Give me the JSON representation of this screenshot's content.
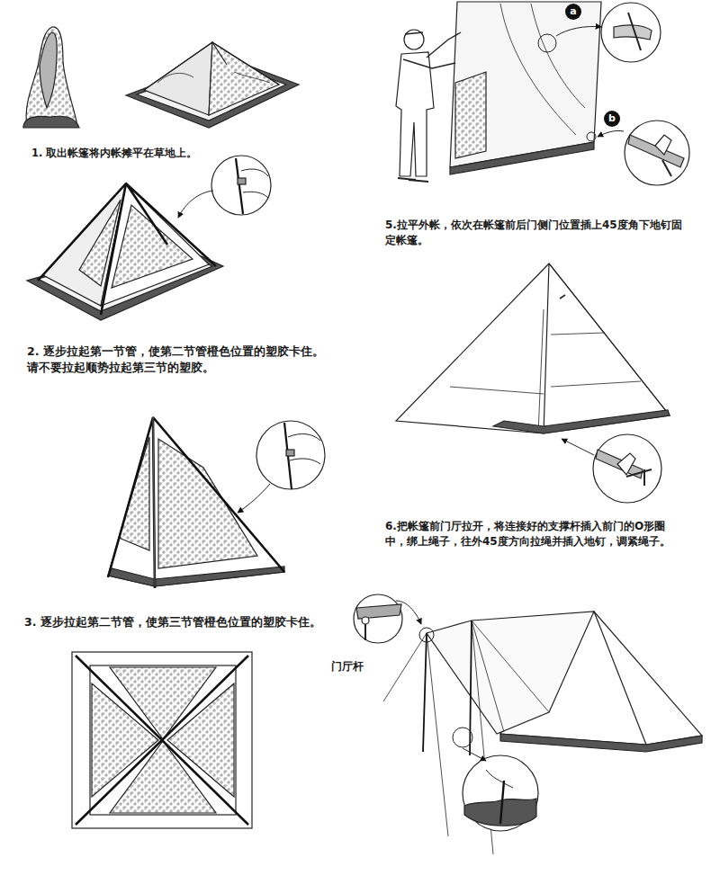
{
  "diagram": {
    "labels": [
      "1. 取出帐篷将内帐摊平在草地上。",
      "2. 逐步拉起第一节管，使第二节管橙色位置的塑胶卡住。 请不要拉起顺势拉起第三节的塑胶。",
      "3. 逐步拉起第二节管，使第三节管橙色位置的塑胶卡住。",
      "a",
      "b",
      "5.拉平外帐，依次在帐篷前后门侧门位置插上45度角下地钉固定帐篷。",
      "6.把帐篷前门厅拉开，将连接好的支撑杆插入前门的O形圈中，绑上绳子，往外45度方向拉绳并插入地钉，调紧绳子。",
      "门厅杆"
    ]
  }
}
